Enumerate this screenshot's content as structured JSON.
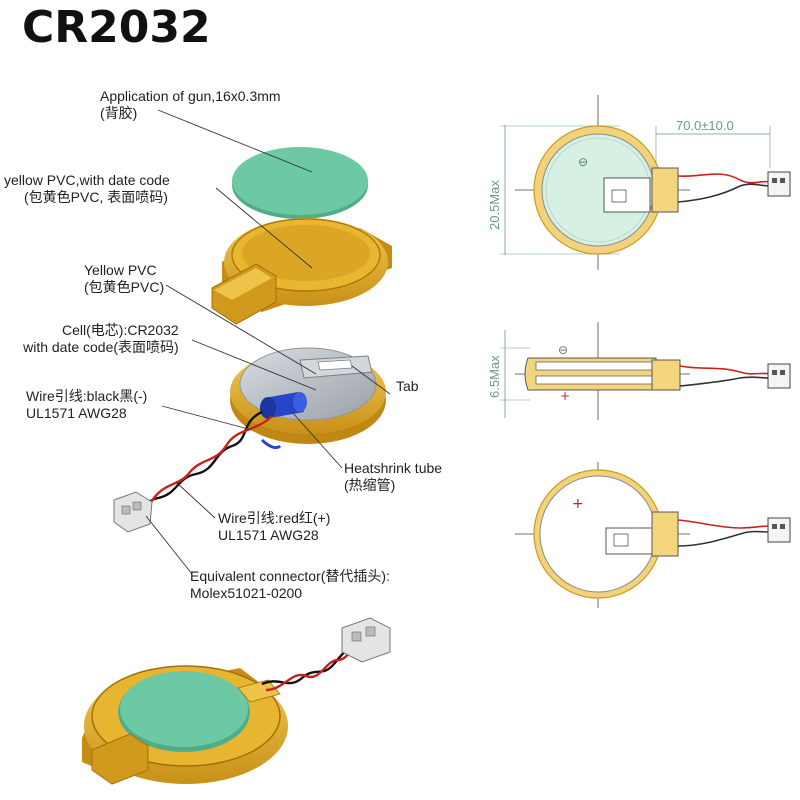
{
  "title": "CR2032",
  "labels": {
    "glue": {
      "en": "Application of gun,16x0.3mm",
      "zh": "(背胶)"
    },
    "yellow_pvc_date": {
      "en": "yellow PVC,with date code",
      "zh": "(包黄色PVC, 表面喷码)"
    },
    "yellow_pvc": {
      "en": "Yellow PVC",
      "zh": "(包黄色PVC)"
    },
    "cell": {
      "en": "Cell(电芯):CR2032",
      "zh": "with date code(表面喷码)"
    },
    "tab": {
      "en": "Tab"
    },
    "wire_black": {
      "en": "Wire引线:black黑(-)",
      "zh": "UL1571 AWG28"
    },
    "heatshrink": {
      "en": "Heatshrink tube",
      "zh": "(热缩管)"
    },
    "wire_red": {
      "en": "Wire引线:red红(+)",
      "zh": "UL1571 AWG28"
    },
    "connector": {
      "en": "Equivalent connector(替代插头):",
      "zh": "Molex51021-0200"
    }
  },
  "dimensions": {
    "lead_length": "70.0±10.0",
    "diameter": "20.5Max",
    "thickness": "6.5Max"
  },
  "polarity": {
    "negative": "⊖",
    "positive": "+"
  },
  "colors": {
    "pvc_yellow": "#e8b830",
    "pvc_dark": "#b88410",
    "glue_teal": "#5fc09a",
    "cell_grey": "#b9bec4",
    "heatshrink_blue": "#2546c8",
    "dim_green": "#6a9a86"
  }
}
